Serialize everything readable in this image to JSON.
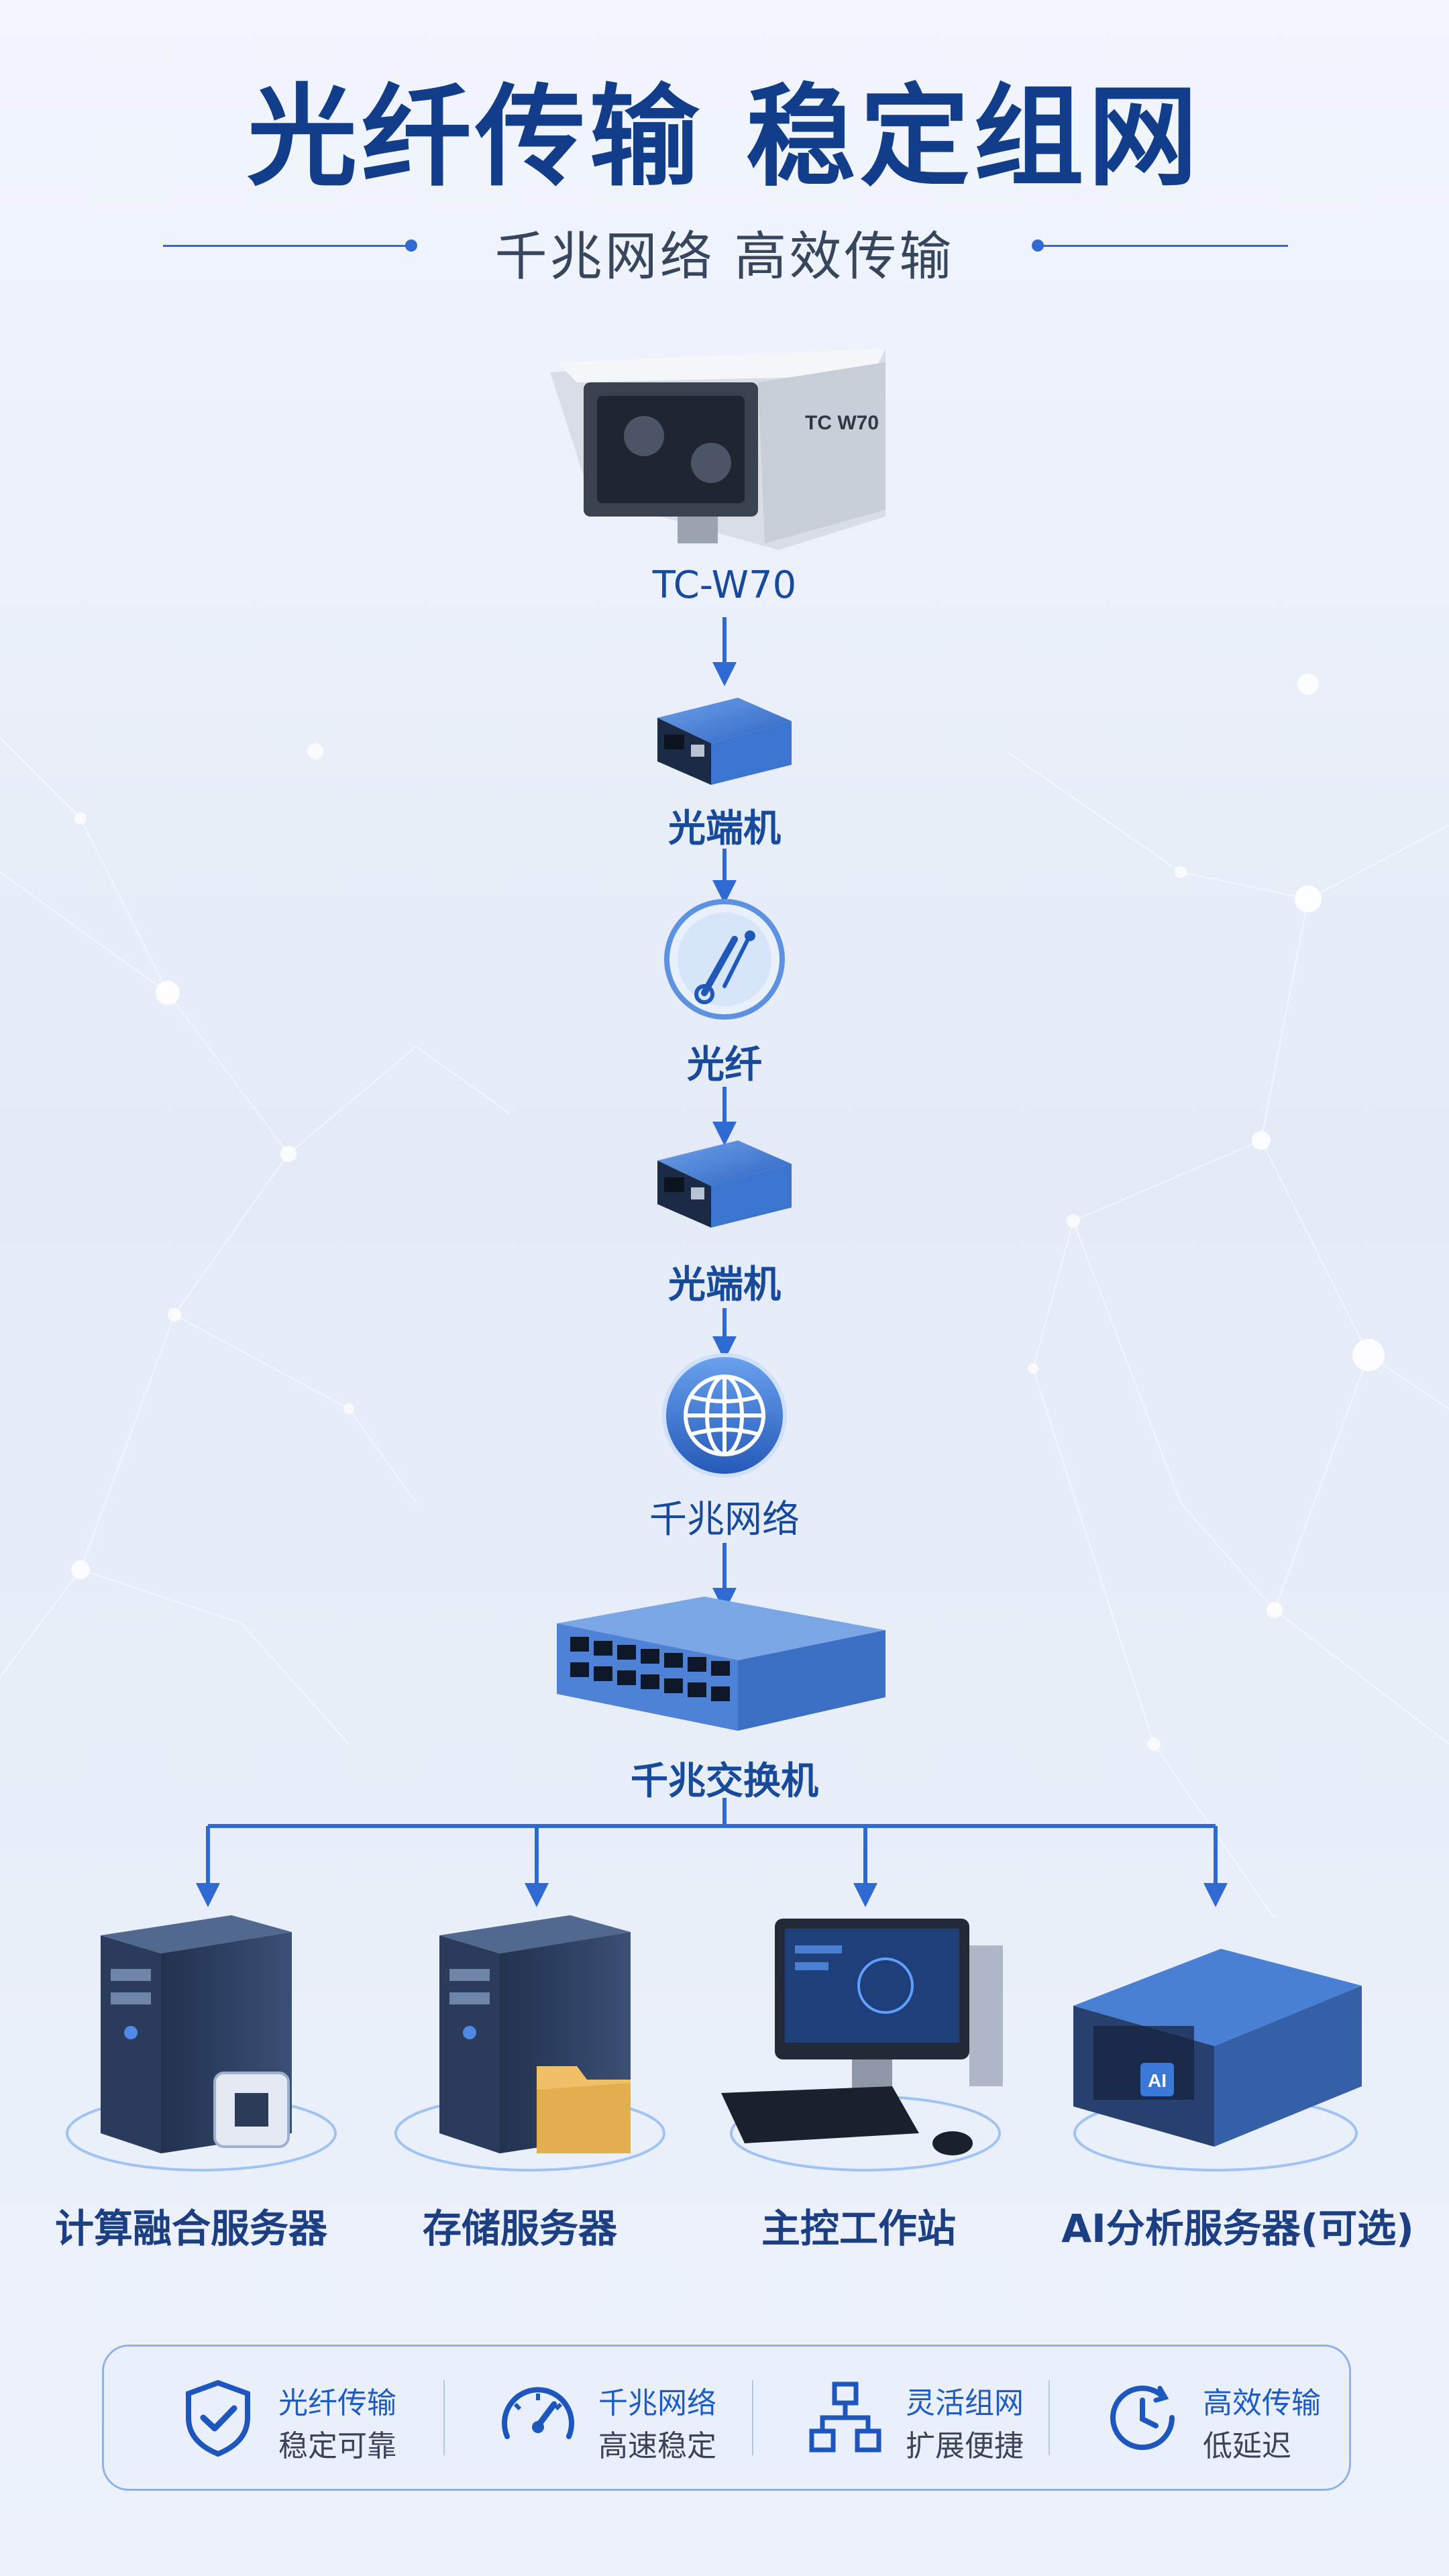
{
  "header": {
    "title": "光纤传输  稳定组网",
    "subtitle": "千兆网络 高效传输"
  },
  "flow": {
    "camera": {
      "label": "TC-W70",
      "brand_mark": "TC W70"
    },
    "converter_1": {
      "label": "光端机"
    },
    "fiber": {
      "label": "光纤"
    },
    "converter_2": {
      "label": "光端机"
    },
    "network": {
      "label": "千兆网络"
    },
    "switch": {
      "label": "千兆交换机"
    }
  },
  "endpoints": [
    {
      "label": "计算融合服务器"
    },
    {
      "label": "存储服务器"
    },
    {
      "label": "主控工作站"
    },
    {
      "label": "AI分析服务器(可选)",
      "chip_text": "AI"
    }
  ],
  "features": [
    {
      "icon": "shield-check-icon",
      "title": "光纤传输",
      "desc": "稳定可靠"
    },
    {
      "icon": "speedometer-icon",
      "title": "千兆网络",
      "desc": "高速稳定"
    },
    {
      "icon": "network-topology-icon",
      "title": "灵活组网",
      "desc": "扩展便捷"
    },
    {
      "icon": "clock-icon",
      "title": "高效传输",
      "desc": "低延迟"
    }
  ],
  "colors": {
    "title": "#123d8a",
    "accent": "#2e6ad1",
    "device_blue": "#3d78d0",
    "background": "#e8eef9"
  }
}
